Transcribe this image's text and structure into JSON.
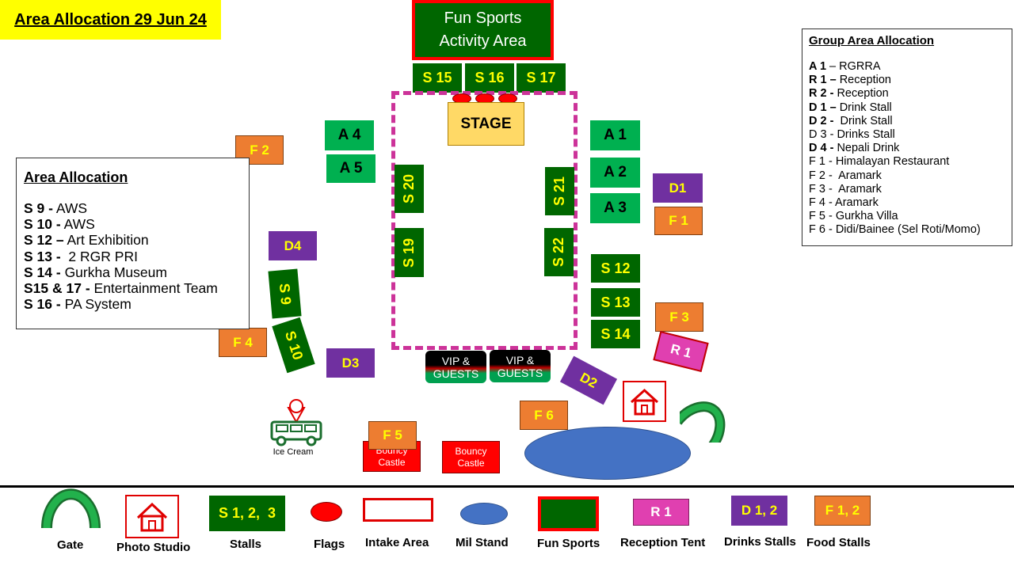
{
  "title": "Area Allocation 29 Jun 24",
  "fun_sports_area": {
    "line1": "Fun Sports",
    "line2": "Activity Area"
  },
  "stage": "STAGE",
  "stalls": {
    "s15": "S 15",
    "s16": "S 16",
    "s17": "S 17",
    "s20": "S 20",
    "s19": "S 19",
    "s21": "S 21",
    "s22": "S 22",
    "s12": "S 12",
    "s13": "S 13",
    "s14": "S 14",
    "s9": "S 9",
    "s10": "S 10"
  },
  "group_areas": {
    "a1": "A 1",
    "a2": "A 2",
    "a3": "A 3",
    "a4": "A 4",
    "a5": "A 5"
  },
  "food": {
    "f1": "F 1",
    "f2": "F 2",
    "f3": "F 3",
    "f4": "F 4",
    "f5": "F 5",
    "f6": "F 6"
  },
  "drinks": {
    "d1": "D1",
    "d2": "D2",
    "d3": "D3",
    "d4": "D4"
  },
  "reception": {
    "r1": "R 1"
  },
  "vip": {
    "line1": "VIP &",
    "line2": "GUESTS"
  },
  "bouncy": {
    "line1": "Bouncy",
    "line2": "Castle"
  },
  "ice_cream": "Ice Cream",
  "area_allocation": {
    "title": "Area Allocation",
    "items": [
      {
        "code": "S 9 -",
        "desc": " AWS"
      },
      {
        "code": "S 10 -",
        "desc": " AWS"
      },
      {
        "code": "S 12 –",
        "desc": " Art Exhibition"
      },
      {
        "code": "S 13 -",
        "desc": "  2 RGR PRI"
      },
      {
        "code": "S 14 -",
        "desc": " Gurkha Museum"
      },
      {
        "code": "S15 & 17 -",
        "desc": " Entertainment Team"
      },
      {
        "code": "S 16 -",
        "desc": " PA System"
      }
    ]
  },
  "group_area_allocation": {
    "title": "Group Area Allocation",
    "items": [
      {
        "code": "A 1",
        "desc": " – RGRRA"
      },
      {
        "code": "R 1 –",
        "desc": " Reception"
      },
      {
        "code": "R 2 -",
        "desc": " Reception"
      },
      {
        "code": "D 1 –",
        "desc": " Drink Stall"
      },
      {
        "code": "D 2 -",
        "desc": "  Drink Stall"
      },
      {
        "code": "",
        "desc": "D 3 - Drinks Stall"
      },
      {
        "code": "D 4 -",
        "desc": " Nepali Drink"
      },
      {
        "code": "",
        "desc": "F 1 - Himalayan Restaurant"
      },
      {
        "code": "",
        "desc": "F 2 -  Aramark"
      },
      {
        "code": "",
        "desc": "F 3 -  Aramark"
      },
      {
        "code": "",
        "desc": "F 4 - Aramark"
      },
      {
        "code": "",
        "desc": "F 5 - Gurkha Villa"
      },
      {
        "code": "",
        "desc": "F 6 - Didi/Bainee (Sel Roti/Momo)"
      }
    ]
  },
  "legend": {
    "gate": "Gate",
    "photo_studio": "Photo Studio",
    "stalls_sample": "S 1, 2,  3",
    "stalls": "Stalls",
    "flags": "Flags",
    "intake_area": "Intake Area",
    "mil_stand": "Mil Stand",
    "fun_sports": "Fun Sports",
    "reception_sample": "R 1",
    "reception_tent": "Reception Tent",
    "drinks_sample": "D 1, 2",
    "drinks_stalls": "Drinks Stalls",
    "food_sample": "F 1, 2",
    "food_stalls": "Food Stalls"
  },
  "colors": {
    "title_bg": "#ffff00",
    "stall": "#006600",
    "stall_text": "#ffff00",
    "group_area": "#00b050",
    "food": "#ed7d31",
    "drinks": "#7030a0",
    "reception": "#e040b0",
    "intake_border": "#cc3399",
    "flags": "#ff0000",
    "mil_stand": "#4472c4",
    "fun_sports_border": "#ff0000"
  },
  "icons": [
    "gate-icon",
    "photo-studio-icon",
    "ice-cream-van-icon",
    "flag-icon",
    "mil-stand-icon"
  ]
}
